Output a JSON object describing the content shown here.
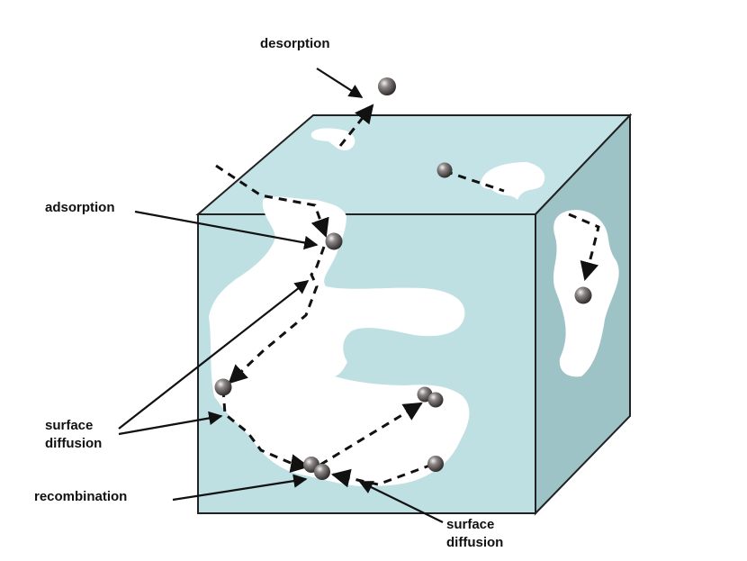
{
  "labels": {
    "desorption": "desorption",
    "adsorption": "adsorption",
    "surface_diffusion_left_1": "surface",
    "surface_diffusion_left_2": "diffusion",
    "recombination": "recombination",
    "surface_diffusion_bottom_1": "surface",
    "surface_diffusion_bottom_2": "diffusion"
  },
  "colors": {
    "front_face": "#bfe0e3",
    "top_face": "#c4e3e6",
    "side_face": "#9ec3c6",
    "edge": "#222222",
    "pore": "#ffffff",
    "particle": "#6f6a6a",
    "label": "#111111"
  }
}
